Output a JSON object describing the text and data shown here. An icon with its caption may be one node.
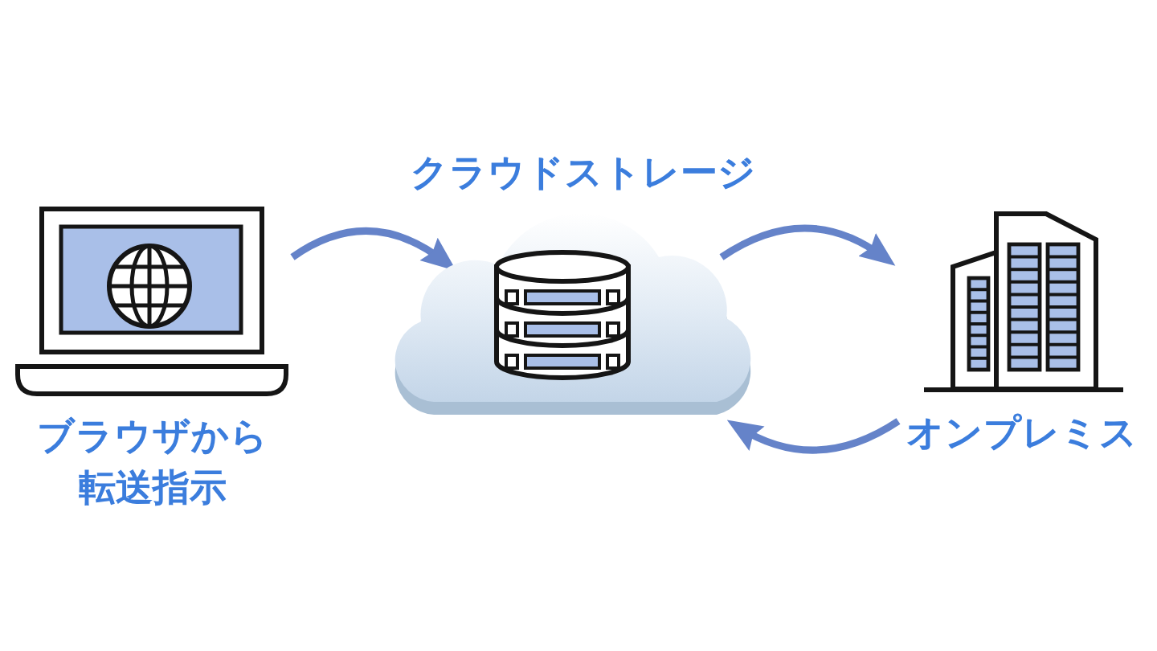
{
  "diagram": {
    "nodes": [
      {
        "text": [
          "ブラウザから転送指示"
        ]
      },
      {
        "text": [
          "クラウドストレージ"
        ]
      },
      {
        "text": [
          "オンプレミス"
        ]
      }
    ],
    "edges": [
      {
        "from": 0,
        "to": 1,
        "arrow": "to"
      },
      {
        "from": 1,
        "to": 2,
        "arrow": "to"
      },
      {
        "from": 2,
        "to": 1,
        "arrow": "to"
      }
    ]
  }
}
